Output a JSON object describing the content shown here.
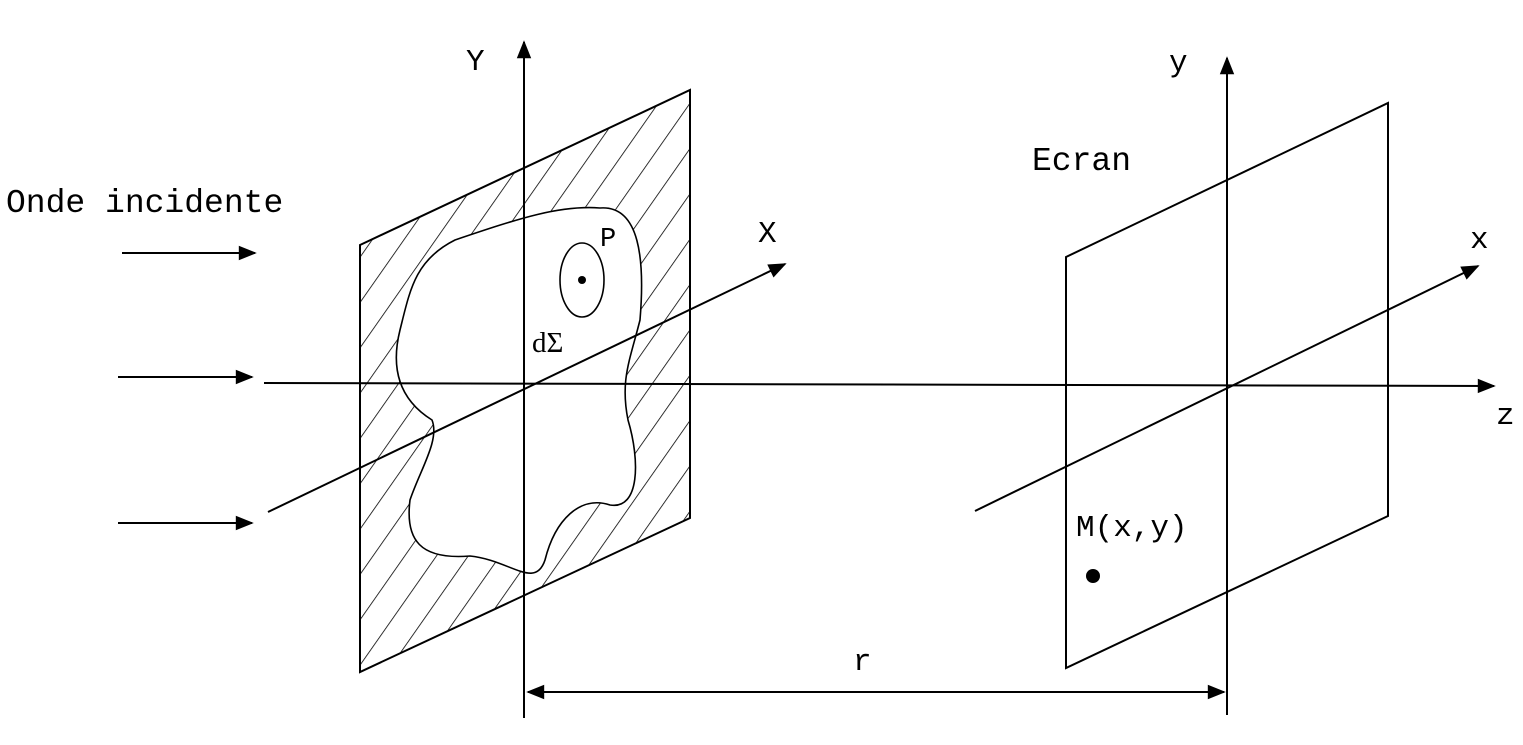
{
  "labels": {
    "incident_wave": "Onde incidente",
    "aperture_Y": "Y",
    "aperture_X": "X",
    "point_P": "P",
    "element_dSigma": "dΣ",
    "screen_title": "Ecran",
    "screen_y": "y",
    "screen_x": "x",
    "axis_z": "z",
    "point_M": "M(x,y)",
    "distance_r": "r"
  },
  "colors": {
    "ink": "#000000",
    "background": "#ffffff"
  }
}
